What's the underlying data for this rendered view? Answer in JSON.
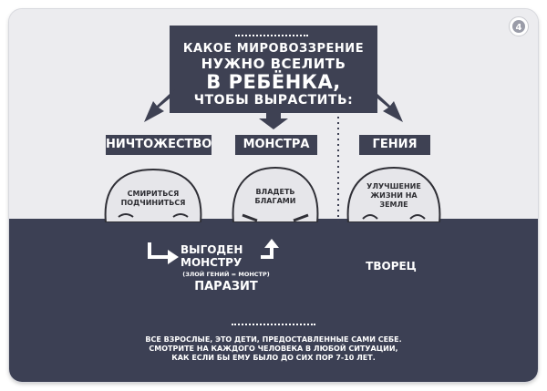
{
  "title": {
    "line1": "КАКОЕ МИРОВОЗЗРЕНИЕ",
    "line2": "НУЖНО ВСЕЛИТЬ",
    "line3": "В РЕБЁНКА,",
    "line4": "ЧТОБЫ ВЫРАСТИТЬ:"
  },
  "options": [
    {
      "label": "НИЧТОЖЕСТВО",
      "thought": [
        "СМИРИТЬСЯ",
        "ПОДЧИНИТЬСЯ"
      ]
    },
    {
      "label": "МОНСТРА",
      "thought": [
        "ВЛАДЕТЬ",
        "БЛАГАМИ"
      ]
    },
    {
      "label": "ГЕНИЯ",
      "thought": [
        "УЛУЧШЕНИЕ",
        "ЖИЗНИ НА",
        "ЗЕМЛЕ"
      ]
    }
  ],
  "outcomes": {
    "monster_line1": "ВЫГОДЕН",
    "monster_line2": "МОНСТРУ",
    "monster_note": "(ЗЛОЙ ГЕНИЙ = МОНСТР)",
    "parasite": "ПАРАЗИТ",
    "creator": "ТВОРЕЦ"
  },
  "footer": {
    "line1": "ВСЕ ВЗРОСЛЫЕ, ЭТО ДЕТИ, ПРЕДОСТАВЛЕННЫЕ САМИ СЕБЕ.",
    "line2": "СМОТРИТЕ НА КАЖДОГО ЧЕЛОВЕКА В ЛЮБОЙ СИТУАЦИИ,",
    "line3": "КАК ЕСЛИ БЫ ЕМУ БЫЛО ДО СИХ ПОР 7-10 ЛЕТ."
  },
  "colors": {
    "dark_panel": "#3e4153",
    "light_background": "#ececef",
    "text_on_dark": "#ffffff"
  },
  "icons": [
    "logo-icon",
    "arrow-down-left-icon",
    "arrow-down-icon",
    "arrow-down-right-icon",
    "arrow-turn-right-icon",
    "arrow-up-icon"
  ]
}
